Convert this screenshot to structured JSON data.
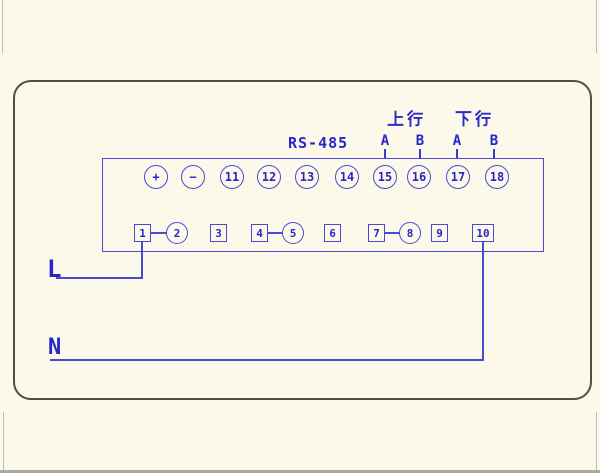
{
  "page": {
    "background_color": "#fcf9eb",
    "wire_color": "#4a4ad2",
    "text_color": "#2626cc",
    "outline_color": "#4d4d4d"
  },
  "labels": {
    "rs485": "RS-485",
    "upstream": "上行",
    "downstream": "下行",
    "upstream_a": "A",
    "upstream_b": "B",
    "downstream_a": "A",
    "downstream_b": "B",
    "line": "L",
    "neutral": "N"
  },
  "terminals": {
    "top": [
      {
        "label": "+",
        "shape": "circle"
      },
      {
        "label": "−",
        "shape": "circle"
      },
      {
        "label": "11",
        "shape": "circle"
      },
      {
        "label": "12",
        "shape": "circle"
      },
      {
        "label": "13",
        "shape": "circle"
      },
      {
        "label": "14",
        "shape": "circle"
      },
      {
        "label": "15",
        "shape": "circle"
      },
      {
        "label": "16",
        "shape": "circle"
      },
      {
        "label": "17",
        "shape": "circle"
      },
      {
        "label": "18",
        "shape": "circle"
      }
    ],
    "bottom": [
      {
        "label": "1",
        "shape": "square"
      },
      {
        "label": "2",
        "shape": "circle"
      },
      {
        "label": "3",
        "shape": "square"
      },
      {
        "label": "4",
        "shape": "square"
      },
      {
        "label": "5",
        "shape": "circle"
      },
      {
        "label": "6",
        "shape": "square"
      },
      {
        "label": "7",
        "shape": "square"
      },
      {
        "label": "8",
        "shape": "circle"
      },
      {
        "label": "9",
        "shape": "square"
      },
      {
        "label": "10",
        "shape": "square"
      }
    ]
  },
  "connections": [
    {
      "from": "terminal-1",
      "to": "terminal-2"
    },
    {
      "from": "terminal-4",
      "to": "terminal-5"
    },
    {
      "from": "terminal-7",
      "to": "terminal-8"
    },
    {
      "from": "terminal-1",
      "to": "L"
    },
    {
      "from": "terminal-10",
      "to": "N"
    },
    {
      "from": "terminal-15",
      "to": "upstream-A"
    },
    {
      "from": "terminal-16",
      "to": "upstream-B"
    },
    {
      "from": "terminal-17",
      "to": "downstream-A"
    },
    {
      "from": "terminal-18",
      "to": "downstream-B"
    }
  ]
}
